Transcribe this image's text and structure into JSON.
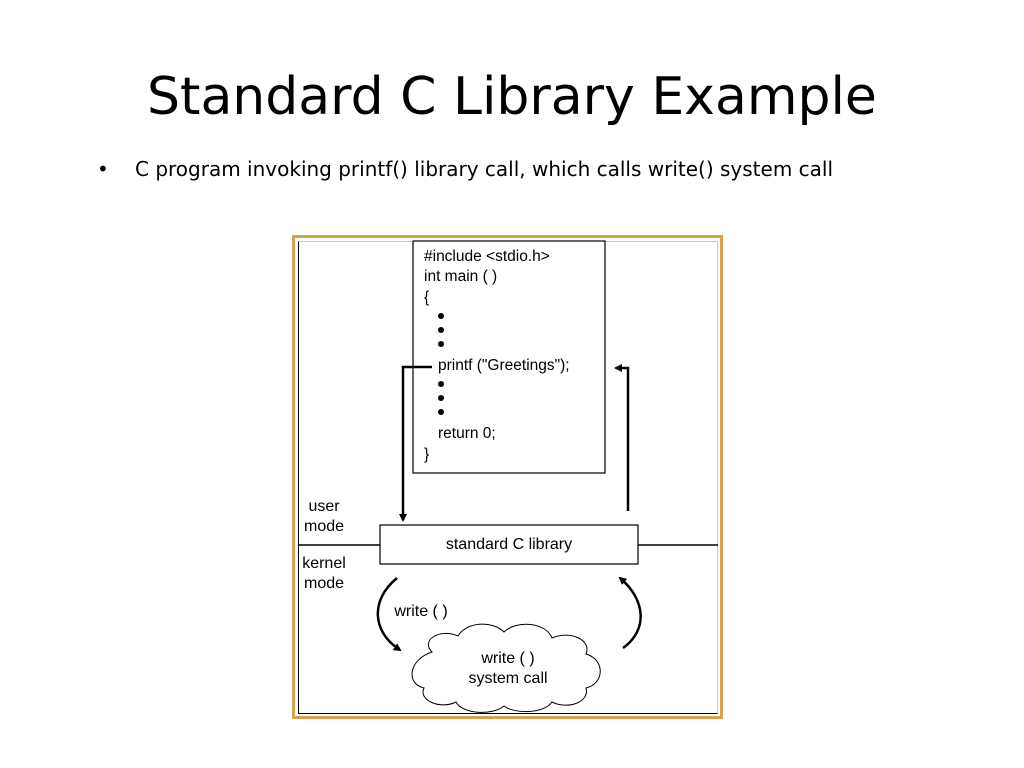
{
  "slide": {
    "title": "Standard C Library Example",
    "bullet": "C program invoking printf() library call, which calls write() system call"
  },
  "diagram": {
    "code_lines": [
      "#include <stdio.h>",
      "int main ( )",
      "{",
      "printf (\"Greetings\");",
      "return 0;",
      "}"
    ],
    "library_label": "standard C library",
    "user_mode_label": [
      "user",
      "mode"
    ],
    "kernel_mode_label": [
      "kernel",
      "mode"
    ],
    "write_call_label": "write ( )",
    "system_call_label": [
      "write ( )",
      "system call"
    ],
    "frame_color": "#dba24c"
  }
}
